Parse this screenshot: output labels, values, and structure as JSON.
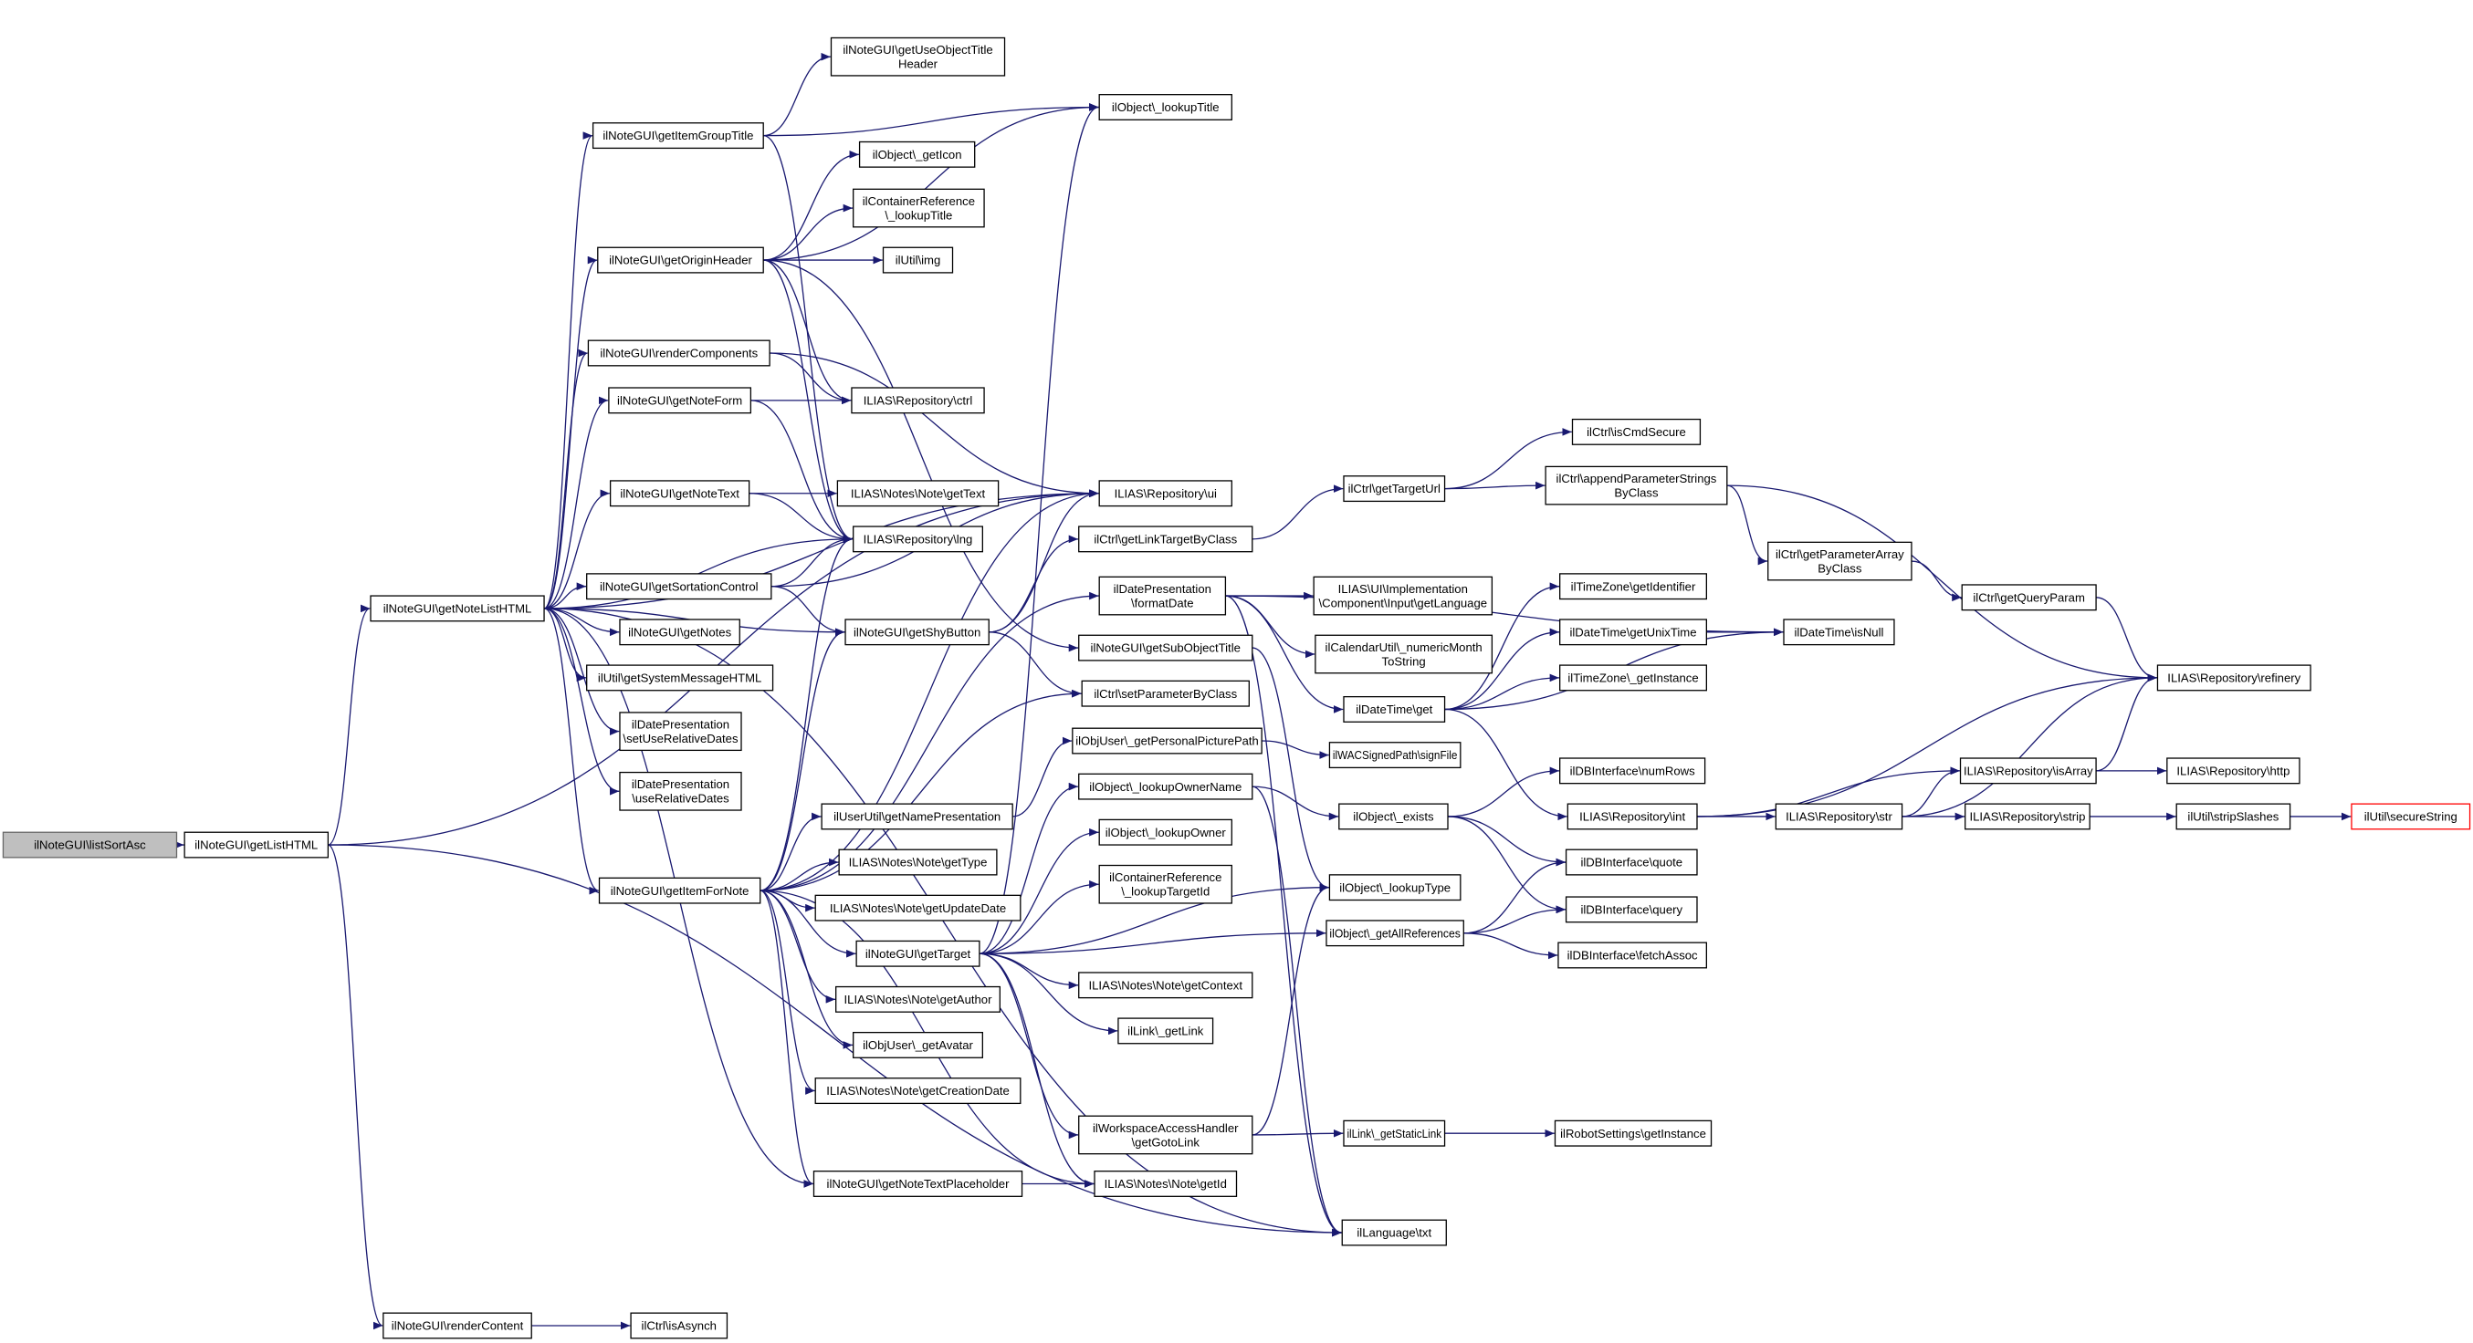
{
  "graph": {
    "colors": {
      "edge": "#191970",
      "node_border": "#000000",
      "node_fill": "#ffffff"
    },
    "nodes": [
      {
        "lines": [
          "ilNoteGUI\\listSortAsc"
        ],
        "fill": "#bfbfbf",
        "border": "#666666"
      },
      {
        "lines": [
          "ilNoteGUI\\getListHTML"
        ]
      },
      {
        "lines": [
          "ilNoteGUI\\getNoteListHTML"
        ]
      },
      {
        "lines": [
          "ilNoteGUI\\renderContent"
        ]
      },
      {
        "lines": [
          "ilCtrl\\isAsynch"
        ]
      },
      {
        "lines": [
          "ilNoteGUI\\getItemGroupTitle"
        ]
      },
      {
        "lines": [
          "ilNoteGUI\\getUseObjectTitle",
          "Header"
        ]
      },
      {
        "lines": [
          "ilObject\\_lookupTitle"
        ]
      },
      {
        "lines": [
          "ilObject\\_getIcon"
        ]
      },
      {
        "lines": [
          "ilContainerReference",
          "\\_lookupTitle"
        ]
      },
      {
        "lines": [
          "ilNoteGUI\\getOriginHeader"
        ]
      },
      {
        "lines": [
          "ilUtil\\img"
        ]
      },
      {
        "lines": [
          "ilNoteGUI\\renderComponents"
        ]
      },
      {
        "lines": [
          "ILIAS\\Repository\\ctrl"
        ]
      },
      {
        "lines": [
          "ilNoteGUI\\getNoteForm"
        ]
      },
      {
        "lines": [
          "ilNoteGUI\\getNoteText"
        ]
      },
      {
        "lines": [
          "ILIAS\\Notes\\Note\\getText"
        ]
      },
      {
        "lines": [
          "ILIAS\\Repository\\ui"
        ]
      },
      {
        "lines": [
          "ILIAS\\Repository\\lng"
        ]
      },
      {
        "lines": [
          "ilCtrl\\getLinkTargetByClass"
        ]
      },
      {
        "lines": [
          "ilNoteGUI\\getSortationControl"
        ]
      },
      {
        "lines": [
          "ilDatePresentation",
          "\\formatDate"
        ]
      },
      {
        "lines": [
          "ilNoteGUI\\getNotes"
        ]
      },
      {
        "lines": [
          "ilNoteGUI\\getShyButton"
        ]
      },
      {
        "lines": [
          "ilNoteGUI\\getSubObjectTitle"
        ]
      },
      {
        "lines": [
          "ilUtil\\getSystemMessageHTML"
        ]
      },
      {
        "lines": [
          "ilCtrl\\setParameterByClass"
        ]
      },
      {
        "lines": [
          "ilDatePresentation",
          "\\setUseRelativeDates"
        ]
      },
      {
        "lines": [
          "ilObjUser\\_getPersonalPicturePath"
        ]
      },
      {
        "lines": [
          "ilDatePresentation",
          "\\useRelativeDates"
        ]
      },
      {
        "lines": [
          "ilObject\\_lookupOwnerName"
        ]
      },
      {
        "lines": [
          "ilUserUtil\\getNamePresentation"
        ]
      },
      {
        "lines": [
          "ilObject\\_lookupOwner"
        ]
      },
      {
        "lines": [
          "ILIAS\\Notes\\Note\\getType"
        ]
      },
      {
        "lines": [
          "ilContainerReference",
          "\\_lookupTargetId"
        ]
      },
      {
        "lines": [
          "ilNoteGUI\\getItemForNote"
        ]
      },
      {
        "lines": [
          "ILIAS\\Notes\\Note\\getUpdateDate"
        ]
      },
      {
        "lines": [
          "ilNoteGUI\\getTarget"
        ]
      },
      {
        "lines": [
          "ILIAS\\Notes\\Note\\getContext"
        ]
      },
      {
        "lines": [
          "ILIAS\\Notes\\Note\\getAuthor"
        ]
      },
      {
        "lines": [
          "ilLink\\_getLink"
        ]
      },
      {
        "lines": [
          "ilObjUser\\_getAvatar"
        ]
      },
      {
        "lines": [
          "ILIAS\\Notes\\Note\\getCreationDate"
        ]
      },
      {
        "lines": [
          "ilWorkspaceAccessHandler",
          "\\getGotoLink"
        ]
      },
      {
        "lines": [
          "ilNoteGUI\\getNoteTextPlaceholder"
        ]
      },
      {
        "lines": [
          "ILIAS\\Notes\\Note\\getId"
        ]
      },
      {
        "lines": [
          "ilLanguage\\txt"
        ]
      },
      {
        "lines": [
          "ILIAS\\UI\\Implementation",
          "\\Component\\Input\\getLanguage"
        ]
      },
      {
        "lines": [
          "ilCalendarUtil\\_numericMonth",
          "ToString"
        ]
      },
      {
        "lines": [
          "ilDateTime\\get"
        ]
      },
      {
        "lines": [
          "ilWACSignedPath\\signFile"
        ]
      },
      {
        "lines": [
          "ilObject\\_exists"
        ]
      },
      {
        "lines": [
          "ilObject\\_lookupType"
        ]
      },
      {
        "lines": [
          "ilObject\\_getAllReferences"
        ]
      },
      {
        "lines": [
          "ilLink\\_getStaticLink"
        ]
      },
      {
        "lines": [
          "ilCtrl\\getTargetUrl"
        ]
      },
      {
        "lines": [
          "ilCtrl\\isCmdSecure"
        ]
      },
      {
        "lines": [
          "ilCtrl\\appendParameterStrings",
          "ByClass"
        ]
      },
      {
        "lines": [
          "ilCtrl\\getParameterArray",
          "ByClass"
        ]
      },
      {
        "lines": [
          "ilCtrl\\getQueryParam"
        ]
      },
      {
        "lines": [
          "ilTimeZone\\getIdentifier"
        ]
      },
      {
        "lines": [
          "ilDateTime\\getUnixTime"
        ]
      },
      {
        "lines": [
          "ilDateTime\\isNull"
        ]
      },
      {
        "lines": [
          "ilTimeZone\\_getInstance"
        ]
      },
      {
        "lines": [
          "ilDBInterface\\numRows"
        ]
      },
      {
        "lines": [
          "ILIAS\\Repository\\int"
        ]
      },
      {
        "lines": [
          "ILIAS\\Repository\\str"
        ]
      },
      {
        "lines": [
          "ilDBInterface\\quote"
        ]
      },
      {
        "lines": [
          "ilDBInterface\\query"
        ]
      },
      {
        "lines": [
          "ilDBInterface\\fetchAssoc"
        ]
      },
      {
        "lines": [
          "ilRobotSettings\\getInstance"
        ]
      },
      {
        "lines": [
          "ILIAS\\Repository\\refinery"
        ]
      },
      {
        "lines": [
          "ILIAS\\Repository\\isArray"
        ]
      },
      {
        "lines": [
          "ILIAS\\Repository\\http"
        ]
      },
      {
        "lines": [
          "ILIAS\\Repository\\strip"
        ]
      },
      {
        "lines": [
          "ilUtil\\stripSlashes"
        ]
      },
      {
        "lines": [
          "ilUtil\\secureString"
        ],
        "border": "#ff0000"
      }
    ],
    "edges": [
      [
        0,
        1
      ],
      [
        1,
        2
      ],
      [
        1,
        3
      ],
      [
        1,
        46
      ],
      [
        1,
        17
      ],
      [
        3,
        4
      ],
      [
        2,
        5
      ],
      [
        2,
        10
      ],
      [
        2,
        12
      ],
      [
        2,
        14
      ],
      [
        2,
        15
      ],
      [
        2,
        17
      ],
      [
        2,
        18
      ],
      [
        2,
        20
      ],
      [
        2,
        22
      ],
      [
        2,
        25
      ],
      [
        2,
        27
      ],
      [
        2,
        29
      ],
      [
        2,
        35
      ],
      [
        2,
        44
      ],
      [
        2,
        46
      ],
      [
        2,
        23
      ],
      [
        5,
        6
      ],
      [
        5,
        7
      ],
      [
        5,
        18
      ],
      [
        10,
        7
      ],
      [
        10,
        8
      ],
      [
        10,
        9
      ],
      [
        10,
        11
      ],
      [
        10,
        13
      ],
      [
        10,
        18
      ],
      [
        10,
        24
      ],
      [
        12,
        13
      ],
      [
        12,
        17
      ],
      [
        14,
        13
      ],
      [
        14,
        18
      ],
      [
        15,
        16
      ],
      [
        15,
        18
      ],
      [
        20,
        18
      ],
      [
        20,
        17
      ],
      [
        20,
        23
      ],
      [
        23,
        17
      ],
      [
        23,
        19
      ],
      [
        23,
        26
      ],
      [
        35,
        18
      ],
      [
        35,
        23
      ],
      [
        35,
        17
      ],
      [
        35,
        21
      ],
      [
        35,
        31
      ],
      [
        35,
        33
      ],
      [
        35,
        36
      ],
      [
        35,
        37
      ],
      [
        35,
        39
      ],
      [
        35,
        41
      ],
      [
        35,
        42
      ],
      [
        35,
        44
      ],
      [
        35,
        45
      ],
      [
        35,
        26
      ],
      [
        31,
        28
      ],
      [
        37,
        7
      ],
      [
        37,
        30
      ],
      [
        37,
        32
      ],
      [
        37,
        34
      ],
      [
        37,
        52
      ],
      [
        37,
        38
      ],
      [
        37,
        40
      ],
      [
        37,
        43
      ],
      [
        37,
        45
      ],
      [
        37,
        53
      ],
      [
        44,
        45
      ],
      [
        19,
        55
      ],
      [
        55,
        56
      ],
      [
        55,
        57
      ],
      [
        57,
        58
      ],
      [
        57,
        71
      ],
      [
        58,
        59
      ],
      [
        59,
        71
      ],
      [
        21,
        47
      ],
      [
        21,
        48
      ],
      [
        21,
        49
      ],
      [
        21,
        62
      ],
      [
        21,
        46
      ],
      [
        49,
        60
      ],
      [
        49,
        61
      ],
      [
        49,
        63
      ],
      [
        49,
        62
      ],
      [
        49,
        65
      ],
      [
        61,
        62
      ],
      [
        28,
        50
      ],
      [
        30,
        51
      ],
      [
        30,
        46
      ],
      [
        51,
        64
      ],
      [
        51,
        67
      ],
      [
        51,
        68
      ],
      [
        53,
        67
      ],
      [
        53,
        68
      ],
      [
        53,
        69
      ],
      [
        65,
        71
      ],
      [
        65,
        66
      ],
      [
        65,
        72
      ],
      [
        66,
        72
      ],
      [
        66,
        71
      ],
      [
        66,
        74
      ],
      [
        72,
        71
      ],
      [
        72,
        73
      ],
      [
        74,
        75
      ],
      [
        75,
        76
      ],
      [
        43,
        54
      ],
      [
        43,
        52
      ],
      [
        54,
        70
      ],
      [
        24,
        52
      ]
    ]
  }
}
